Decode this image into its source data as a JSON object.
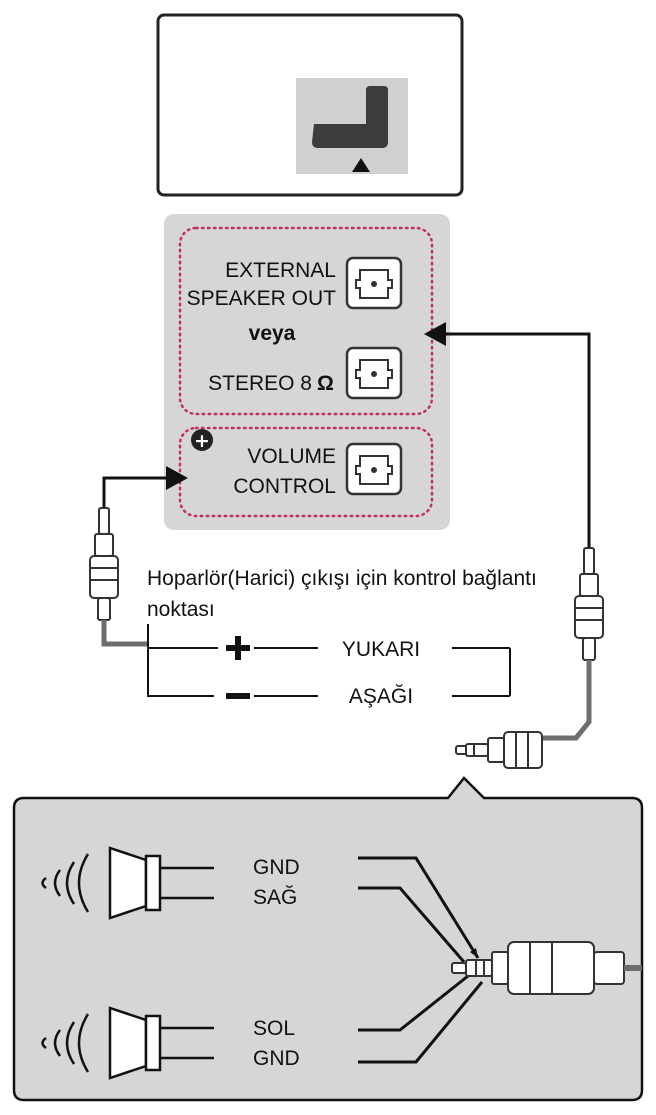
{
  "panel": {
    "external_speaker_out": [
      "EXTERNAL",
      "SPEAKER OUT"
    ],
    "or_word": "veya",
    "stereo": "STEREO 8",
    "ohm_symbol": "Ω",
    "volume_control": [
      "VOLUME",
      "CONTROL"
    ],
    "plus_marker": "+"
  },
  "caption": [
    "Hoparlör(Harici) çıkışı için kontrol bağlantı",
    "noktası"
  ],
  "switch": {
    "up_sign": "+",
    "up_label": "YUKARI",
    "down_sign": "–",
    "down_label": "AŞAĞI"
  },
  "speakers": {
    "top": [
      "GND",
      "SAĞ"
    ],
    "bottom": [
      "SOL",
      "GND"
    ]
  },
  "colors": {
    "panel_gray": "#d6d6d6",
    "dotted_border": "#c03060",
    "cable_gray": "#6e6e6e",
    "device_dark": "#3c3c3c"
  }
}
